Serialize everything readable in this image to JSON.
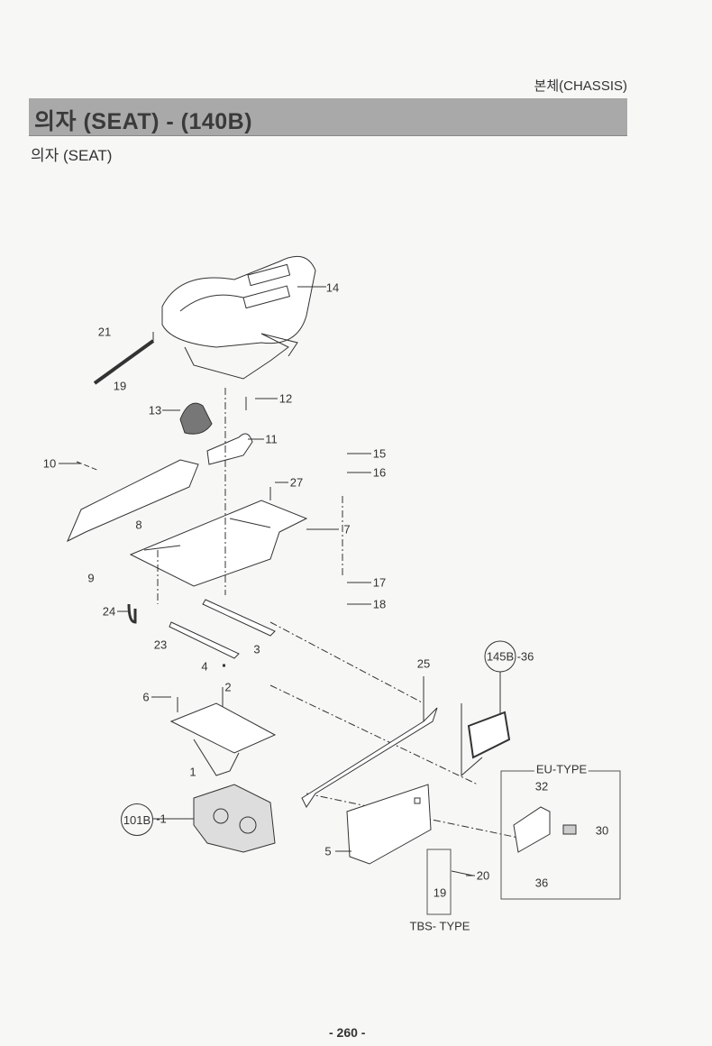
{
  "header": {
    "section": "본체(CHASSIS)",
    "title": "의자 (SEAT) - (140B)",
    "subtitle": "의자 (SEAT)"
  },
  "callouts": [
    "14",
    "21",
    "19",
    "13",
    "12",
    "11",
    "15",
    "16",
    "27",
    "10",
    "7",
    "8",
    "9",
    "17",
    "18",
    "24",
    "23",
    "3",
    "4",
    "2",
    "6",
    "1",
    "25",
    "5",
    "20",
    "19",
    "30",
    "32",
    "36"
  ],
  "references": {
    "frame": "101B",
    "frame_suffix": "-1",
    "plate": "145B",
    "plate_suffix": "-36"
  },
  "variants": {
    "eu": "EU-TYPE",
    "tbs": "TBS- TYPE"
  },
  "page_number": "- 260 -"
}
